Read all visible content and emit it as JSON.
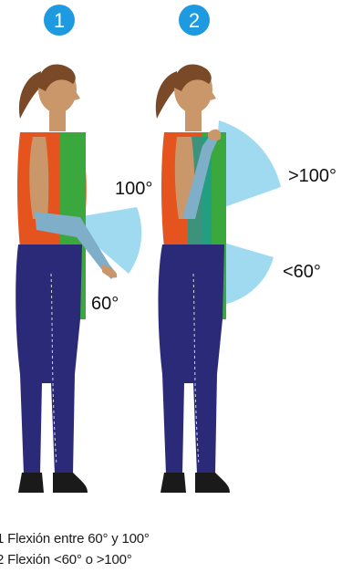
{
  "figures": [
    {
      "number": "1",
      "angle_labels": [
        "100°",
        "60°"
      ]
    },
    {
      "number": "2",
      "angle_labels": [
        ">100°",
        "<60°"
      ]
    }
  ],
  "legend": [
    "1 Flexión entre 60° y 100°",
    "2 Flexión <60° o >100°"
  ],
  "colors": {
    "badge": "#1e9ae0",
    "badge_text": "#ffffff",
    "skin": "#c9976a",
    "hair": "#7a4a28",
    "shirt": "#e5541e",
    "highlight_green": "#3aa83c",
    "highlight_teal": "#1e9e8c",
    "arm_overlay": "#7faec9",
    "sector": "#8fd3ee",
    "pants": "#2b2a78",
    "shoes": "#1a1a1a",
    "label_text": "#111111"
  }
}
